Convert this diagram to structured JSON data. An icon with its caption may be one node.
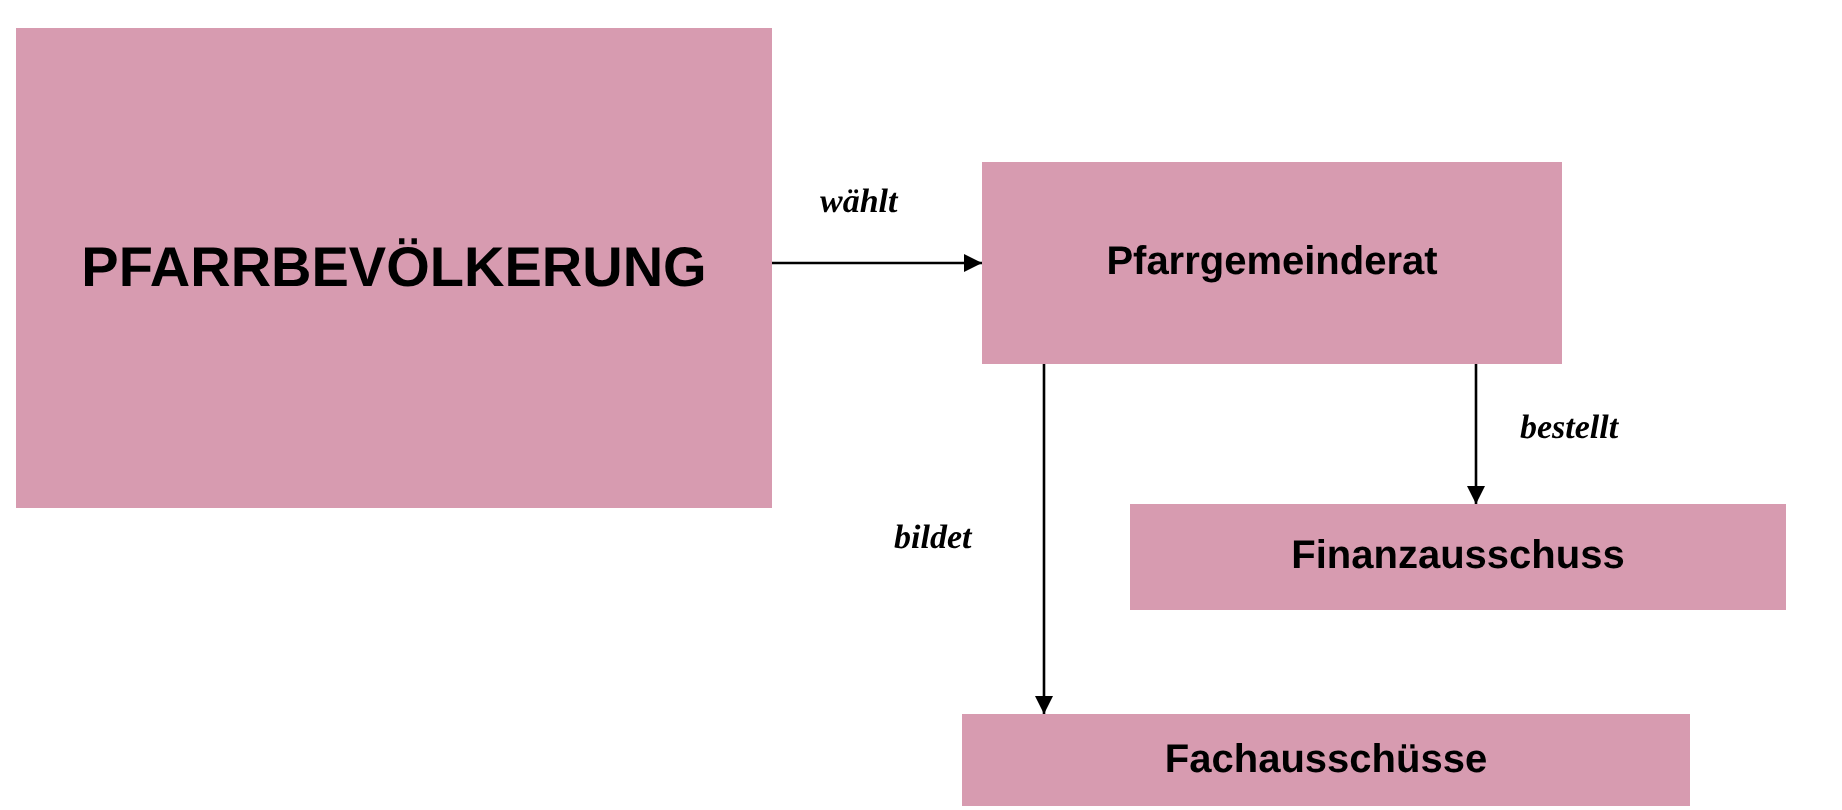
{
  "diagram": {
    "nodes": [
      {
        "text": [
          "PFARRBEVÖLKERUNG"
        ]
      },
      {
        "text": [
          "Pfarrgemeinderat"
        ]
      },
      {
        "text": [
          "Finanzausschuss"
        ]
      },
      {
        "text": [
          "Fachausschüsse"
        ]
      }
    ],
    "edges": [
      {
        "from": 0,
        "to": 1,
        "arrow": "to",
        "label": "wählt"
      },
      {
        "from": 1,
        "to": 3,
        "arrow": "to",
        "label": "bildet"
      },
      {
        "from": 1,
        "to": 2,
        "arrow": "to",
        "label": "bestellt"
      }
    ]
  }
}
